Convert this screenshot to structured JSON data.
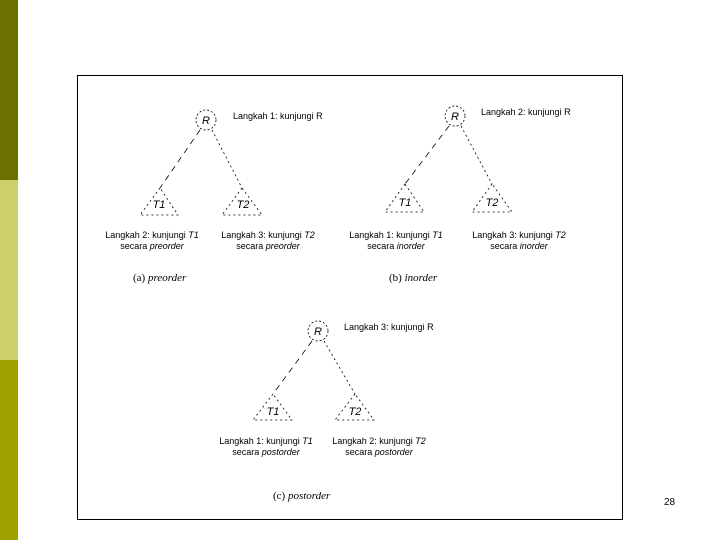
{
  "sidebar_colors": [
    "#6b7000",
    "#cdd06a",
    "#9ea100"
  ],
  "page_number": "28",
  "panels": [
    {
      "root": "R",
      "root_step": "Langkah 1: kunjungi R",
      "left": {
        "label": "T1",
        "line1": "Langkah 2: kunjungi ",
        "sub": "T1",
        "line2_prefix": "secara ",
        "line2_em": "preorder"
      },
      "right": {
        "label": "T2",
        "line1": "Langkah 3: kunjungi ",
        "sub": "T2",
        "line2_prefix": "secara ",
        "line2_em": "preorder"
      },
      "caption_tag": "(a) ",
      "caption_em": "preorder"
    },
    {
      "root": "R",
      "root_step": "Langkah 2: kunjungi R",
      "left": {
        "label": "T1",
        "line1": "Langkah 1: kunjungi ",
        "sub": "T1",
        "line2_prefix": "secara ",
        "line2_em": "inorder"
      },
      "right": {
        "label": "T2",
        "line1": "Langkah 3: kunjungi ",
        "sub": "T2",
        "line2_prefix": "secara ",
        "line2_em": "inorder"
      },
      "caption_tag": "(b) ",
      "caption_em": "inorder"
    },
    {
      "root": "R",
      "root_step": "Langkah 3: kunjungi R",
      "left": {
        "label": "T1",
        "line1": "Langkah 1: kunjungi ",
        "sub": "T1",
        "line2_prefix": "secara ",
        "line2_em": "postorder"
      },
      "right": {
        "label": "T2",
        "line1": "Langkah 2: kunjungi ",
        "sub": "T2",
        "line2_prefix": "secara ",
        "line2_em": "postorder"
      },
      "caption_tag": "(c) ",
      "caption_em": "postorder"
    }
  ]
}
